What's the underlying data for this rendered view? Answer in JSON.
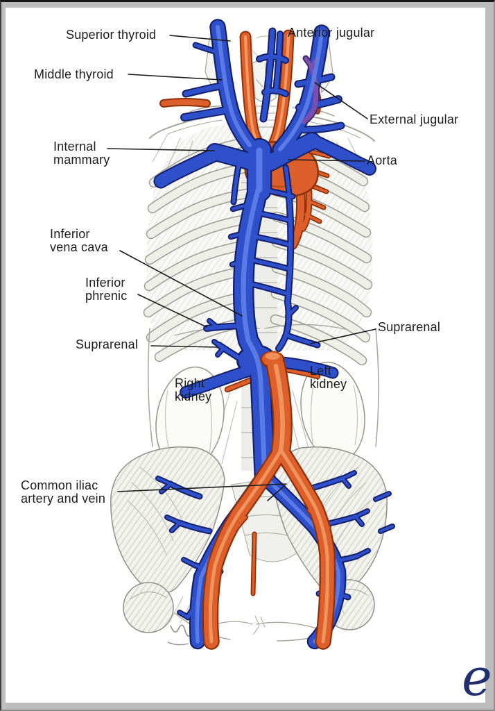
{
  "figure_labels": {
    "superior_thyroid": "Superior thyroid",
    "anterior_jugular": "Anterior jugular",
    "middle_thyroid": "Middle thyroid",
    "external_jugular": "External jugular",
    "internal_mammary": {
      "line1": "Internal",
      "line2": "mammary"
    },
    "aorta": "Aorta",
    "inferior_vena_cava": {
      "line1": "Inferior",
      "line2": "vena cava"
    },
    "inferior_phrenic": {
      "line1": "Inferior",
      "line2": "phrenic"
    },
    "suprarenal_left": "Suprarenal",
    "suprarenal_right": "Suprarenal",
    "right_kidney": {
      "line1": "Right",
      "line2": "kidney"
    },
    "left_kidney": {
      "line1": "Left",
      "line2": "kidney"
    },
    "common_iliac": {
      "line1": "Common iliac",
      "line2": "artery and vein"
    },
    "watermark": "e"
  },
  "colors": {
    "vein_blue": "#2e50cb",
    "vein_outline": "#141f6d",
    "vein_highlight": "#6282ec",
    "artery_orange": "#dd5f2b",
    "artery_outline": "#8f3005",
    "artery_highlight": "#f29a62",
    "external_jugular_purple": "#7b4fae",
    "label_text": "#1c1c1c",
    "frame_gray": "#bdbdbd",
    "canvas_white": "#ffffff",
    "watermark_navy": "#20306f"
  }
}
